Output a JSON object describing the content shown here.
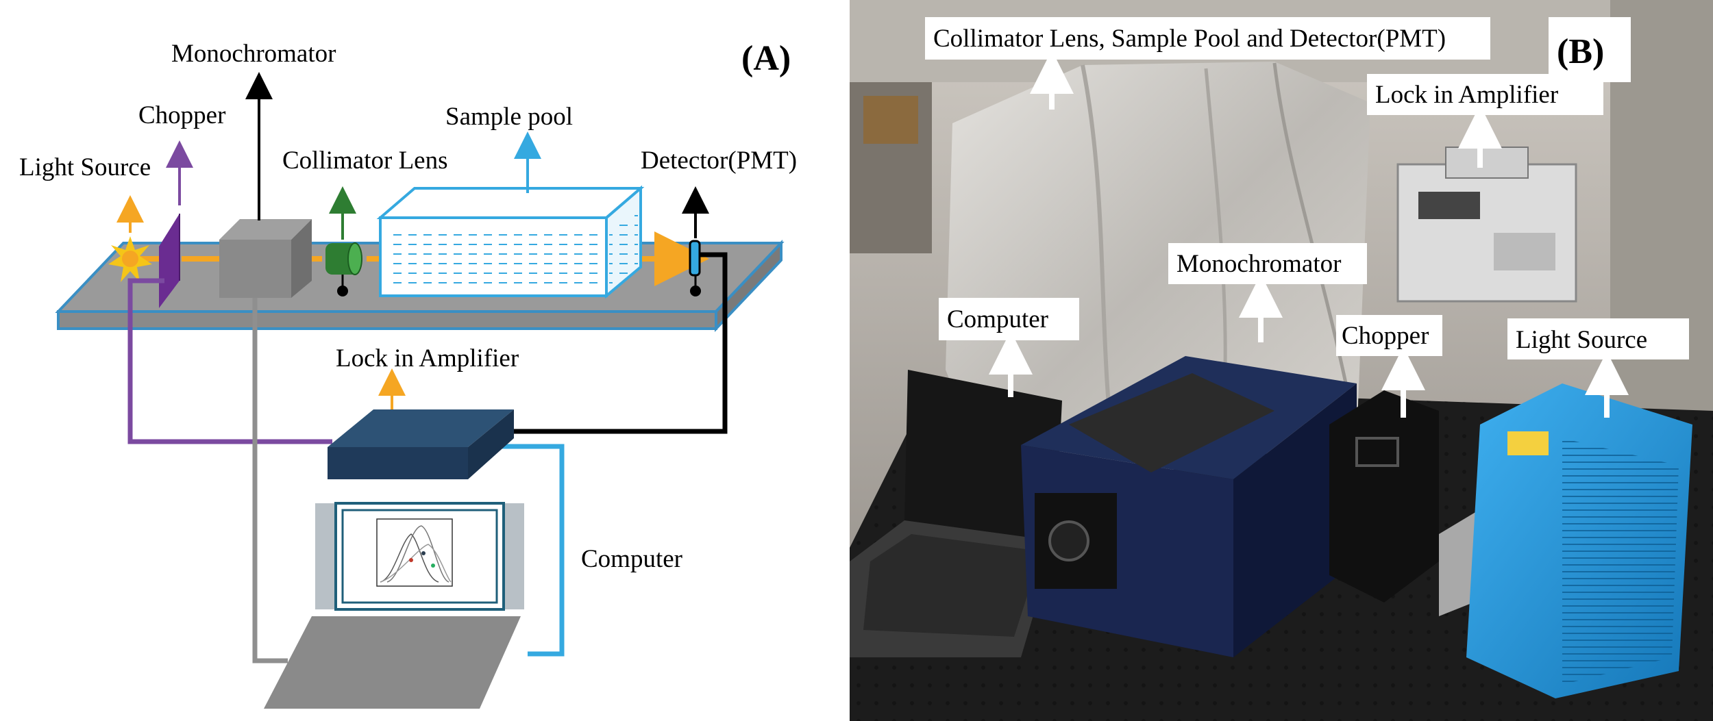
{
  "panel_a": {
    "panel_label": "(A)",
    "labels": {
      "monochromator": "Monochromator",
      "chopper": "Chopper",
      "sample_pool": "Sample pool",
      "light_source": "Light Source",
      "collimator_lens": "Collimator Lens",
      "detector": "Detector(PMT)",
      "lock_in_amplifier": "Lock in Amplifier",
      "computer": "Computer"
    }
  },
  "panel_b": {
    "panel_label": "(B)",
    "labels": {
      "collimator_sample_detector": "Collimator Lens, Sample Pool and Detector(PMT)",
      "lock_in_amplifier": "Lock in Amplifier",
      "monochromator": "Monochromator",
      "computer": "Computer",
      "chopper": "Chopper",
      "light_source": "Light Source"
    }
  },
  "colors": {
    "chopper": "#6a2c91",
    "fiber_purple": "#7b4aa0",
    "beam": "#f5a623",
    "table_top": "#9a9a9a",
    "table_edge": "#3a8fc4",
    "sample_pool": "#35a9e0",
    "lens": "#2e7d32",
    "lock_in": "#1f3a5a",
    "computer_cable": "#35a9e0",
    "mono_cable": "#8f8f8f",
    "light_source_photo": "#1e8fd0"
  }
}
